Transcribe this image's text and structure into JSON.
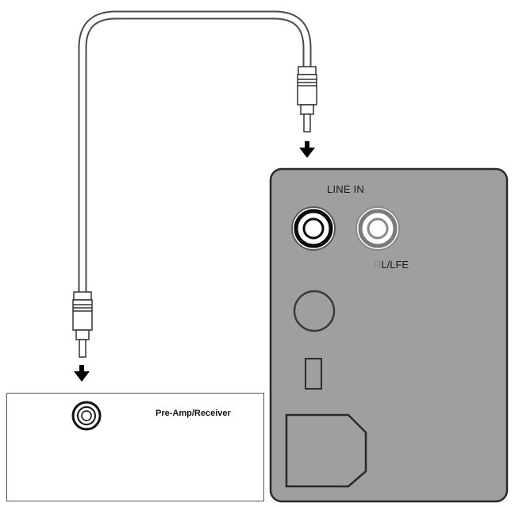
{
  "subwoofer_panel": {
    "line_in_label": "LINE IN",
    "rl_prefix": "R",
    "lfe_label": "L/LFE"
  },
  "receiver": {
    "label": "Pre-Amp/Receiver"
  },
  "colors": {
    "panel_fill": "#9f9f9f",
    "panel_border": "#2a2a2a",
    "cable": "#9a9a9a",
    "receiver_border": "#555555"
  },
  "icons": {
    "arrow": "down-arrow-icon",
    "rca": "rca-plug-icon",
    "jack": "rca-jack-icon"
  }
}
